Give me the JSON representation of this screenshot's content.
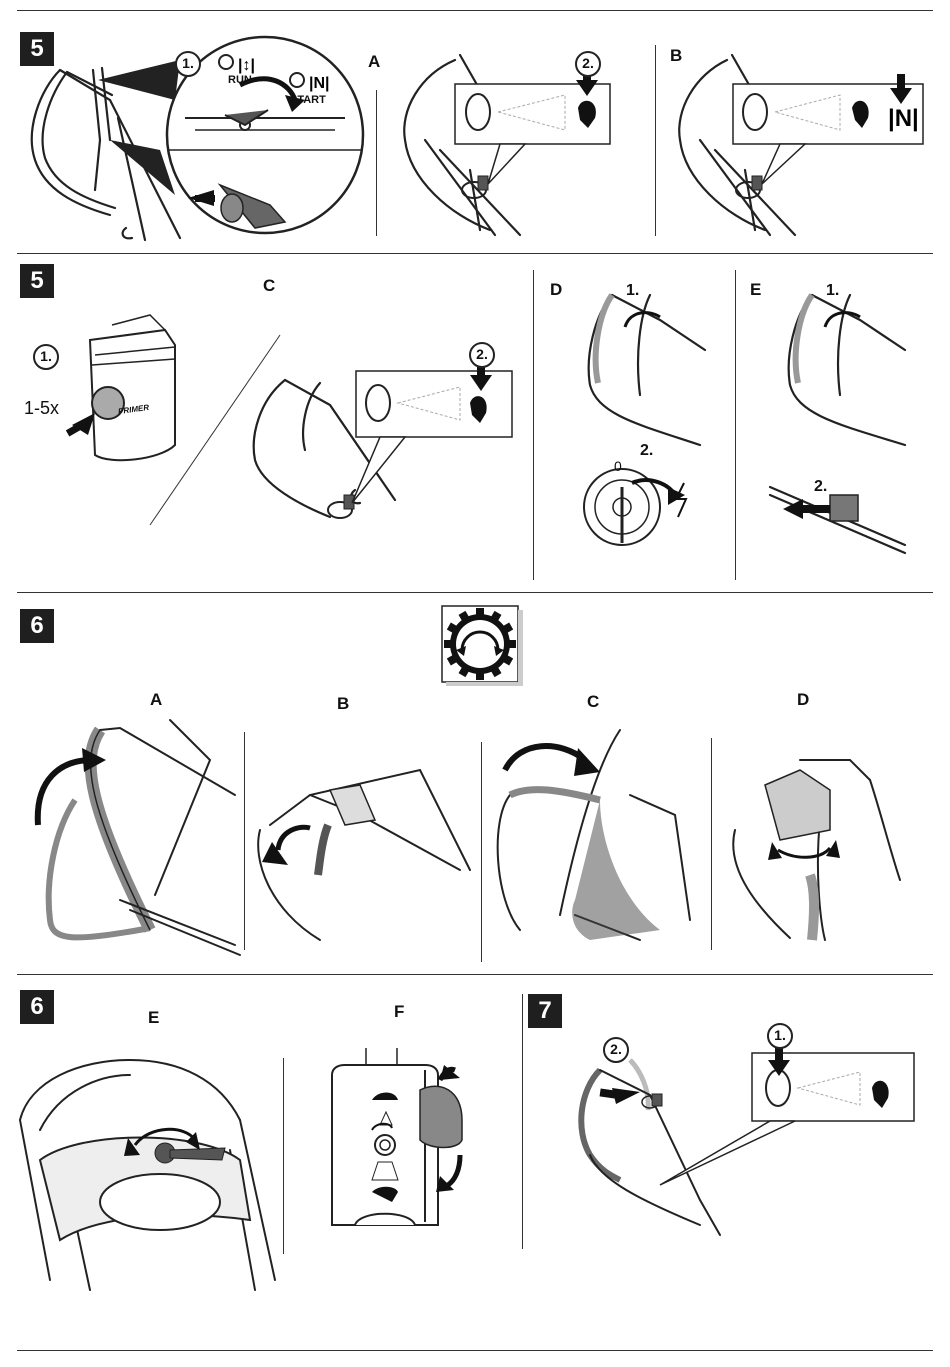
{
  "step5a": {
    "number": "5",
    "callout_num": "1.",
    "run_label": "RUN",
    "start_label": "START",
    "panel_a": {
      "letter": "A",
      "callout_num": "2."
    },
    "panel_b": {
      "letter": "B"
    }
  },
  "step5b": {
    "number": "5",
    "primer": {
      "callout_num": "1.",
      "press_count": "1-5x",
      "button_label": "PRIMER"
    },
    "panel_c": {
      "letter": "C",
      "callout_num": "2."
    },
    "panel_d": {
      "letter": "D",
      "step1": "1.",
      "step2": "2.",
      "key_off_label": "0"
    },
    "panel_e": {
      "letter": "E",
      "step1": "1.",
      "step2": "2."
    }
  },
  "step6a": {
    "number": "6",
    "icon": "drive-gear-icon",
    "panels": [
      {
        "letter": "A"
      },
      {
        "letter": "B"
      },
      {
        "letter": "C"
      },
      {
        "letter": "D"
      }
    ]
  },
  "step6b": {
    "number": "6",
    "panel_e": {
      "letter": "E"
    },
    "panel_f": {
      "letter": "F"
    }
  },
  "step7": {
    "number": "7",
    "callout1": "1.",
    "callout2": "2."
  }
}
